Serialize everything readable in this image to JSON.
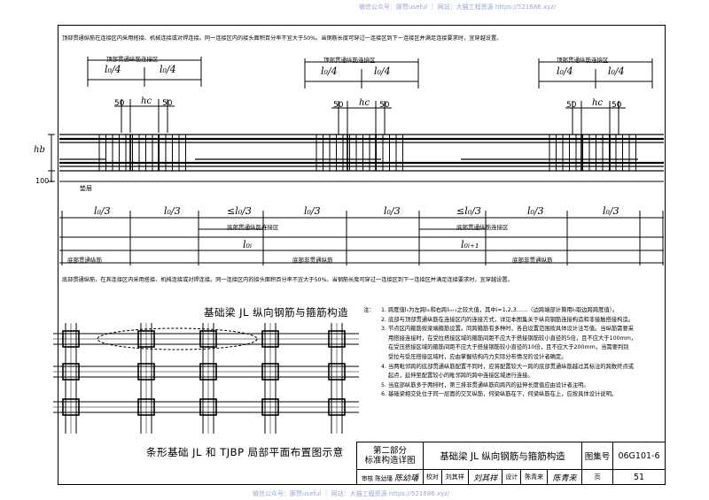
{
  "watermark": {
    "top": "微信公众号：豚赞useful ｜ 网站：大猫工程资源 https://521686.xyz/",
    "bottom": "微信公众号：豚赞useful ｜ 网站：大猫工程资源 https://521686.xyz/"
  },
  "beam_detail": {
    "top_note": "顶部贯通纵筋在连接区内采用搭接、机械连接或对焊连接。同一连接区内的接头面积百分率不宜大于50%。当钢筋长度可穿过一连接区到下一连接区并满足连接要求时，宜穿越设置。",
    "bottom_note": "底部贯通纵筋，在其连接区内采用搭接、机械连接或对焊连接。同一连接区内的接头面积百分率不宜大于50%。当钢筋长度可穿过一连接区到下一连接区并满足连接要求时，宜穿越设置。",
    "top_zone_label": "顶部贯通纵筋连接区",
    "l0_quarter": "l₀/4",
    "l0_third": "l₀/3",
    "le_l0_third": "≤l₀/3",
    "dim_50": "50",
    "hc": "hc",
    "hb": "hb",
    "dim_100": "100",
    "cushion": "垫层",
    "bottom_zone_label": "底部贯通纵筋连接区",
    "span_i": "l₀ᵢ",
    "span_i1": "l₀ᵢ₊₁",
    "bottom_through_bar": "底部贯通纵筋",
    "bottom_non_through_bar": "底部非贯通纵筋",
    "title": "基础梁 JL 纵向钢筋与箍筋构造"
  },
  "plan": {
    "title": "条形基础 JL 和 TJBP 局部平面布置图示意"
  },
  "notes": {
    "head": "注：",
    "items": [
      {
        "n": "1.",
        "lines": [
          "跨度值l₀为左跨l₀ᵢ和右跨l₀ᵢ₊₁之较大值，其中i=1,2,3……（边跨端部计算用l₀取边跨跨度值）。"
        ]
      },
      {
        "n": "2.",
        "lines": [
          "底部与顶部贯通纵筋在连接区内的连接方式，详见本图集关于纵向钢筋连接构造和非接触搭接构造。"
        ]
      },
      {
        "n": "3.",
        "lines": [
          "节点区内箍筋按梁端箍筋设置。同跨箍筋有多种时，各自设置范围按具体设计注写值。当纵筋需要采",
          "用搭接连接时，在受拉搭接区域的箍筋间距不应大于搭接钢筋较小直径的5倍，且不应大于100mm，",
          "在受压搭接区域的箍筋间距不应大于搭接钢筋较小直径的10倍，且不应大于200mm，当需要判别",
          "受拉与受压搭接区域时，应由掌握结构内力实际分布情况的设计者确定。"
        ]
      },
      {
        "n": "4.",
        "lines": [
          "当两毗邻跨的底部贯通纵筋配置不同时，应将配置较大一跨的底部贯通纵筋越过其标注的跨数终点或",
          "起点，延伸至配置较小的毗邻跨的跨中连接区域进行连接。"
        ]
      },
      {
        "n": "5.",
        "lines": [
          "当底部纵筋多于两排时，第三排非贯通纵筋向跨内的延伸长度值应由设计者注明。"
        ]
      },
      {
        "n": "6.",
        "lines": [
          "基础梁相交处位于同一层面的交叉纵筋，何梁纵筋在下，何梁纵筋在上，应按具体设计说明。"
        ]
      }
    ]
  },
  "title_block": {
    "section": "第二部分",
    "section_sub": "标准构造详图",
    "drawing_title": "基础梁 JL 纵向钢筋与箍筋构造",
    "atlas_label": "图集号",
    "atlas_no": "06G101-6",
    "review_label": "审核",
    "reviewer": "陈幼璠",
    "reviewer_sig": "陈幼璠",
    "check_label": "校对",
    "checker": "刘其祥",
    "checker_sig": "刘其祥",
    "design_label": "设计",
    "designer": "陈青来",
    "designer_sig": "陈青来",
    "page_label": "页",
    "page_no": "51"
  }
}
